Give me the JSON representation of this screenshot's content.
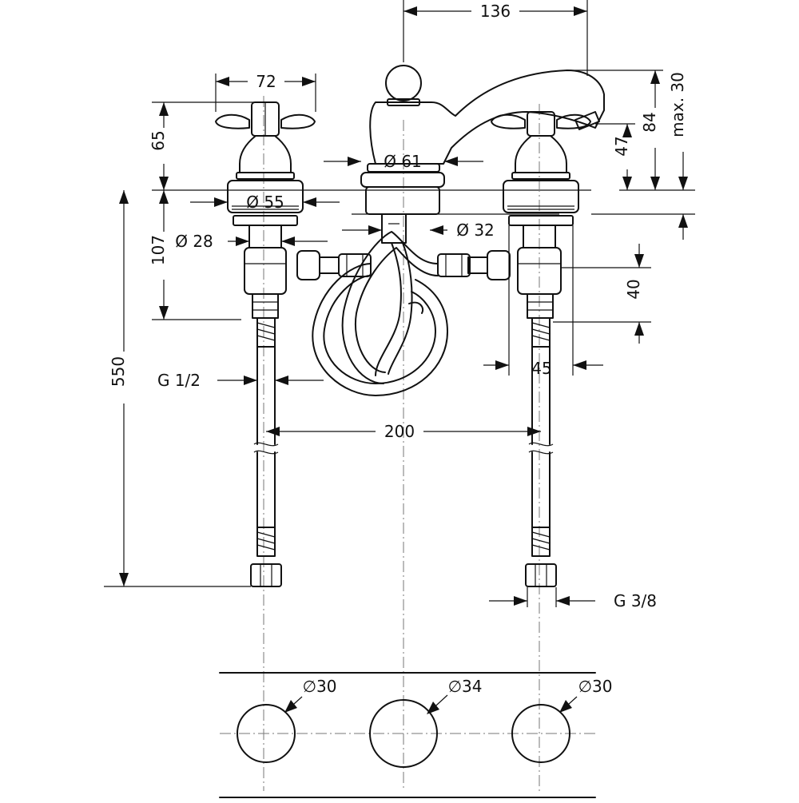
{
  "dimensions": {
    "spout_reach": "136",
    "handle_width": "72",
    "handle_height": "65",
    "handle_base_dia": "Ø 55",
    "spout_base_dia": "Ø 61",
    "shank_dia": "Ø 28",
    "center_shank_dia": "Ø 32",
    "shank_length": "107",
    "total_length": "550",
    "inlet_thread_left": "G 1/2",
    "spread": "200",
    "spout_height": "84",
    "handle_cap_height": "47",
    "deck_thickness": "max. 30",
    "valve_height": "40",
    "valve_width": "45",
    "outlet_thread": "G 3/8"
  },
  "cutouts": [
    {
      "label": "∅30"
    },
    {
      "label": "∅34"
    },
    {
      "label": "∅30"
    }
  ]
}
